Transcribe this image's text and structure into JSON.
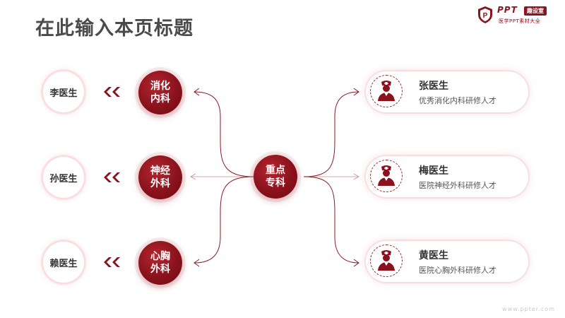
{
  "title": "在此输入本页标题",
  "logo": {
    "brand": "PPT",
    "tag": "趣设室",
    "sub": "医学PPT素材大全"
  },
  "center": {
    "line1": "重点",
    "line2": "专科"
  },
  "departments": [
    {
      "line1": "消化",
      "line2": "内科",
      "person": "李医生"
    },
    {
      "line1": "神经",
      "line2": "外科",
      "person": "孙医生"
    },
    {
      "line1": "心胸",
      "line2": "外科",
      "person": "赖医生"
    }
  ],
  "doctors": [
    {
      "name": "张医生",
      "desc": "优秀消化内科研修人才",
      "icon": "doctor-icon"
    },
    {
      "name": "梅医生",
      "desc": "医院神经外科研修人才",
      "icon": "doctor-icon"
    },
    {
      "name": "黄医生",
      "desc": "医院心胸外科研修人才",
      "icon": "doctor-icon"
    }
  ],
  "watermark": "www.ppter.com",
  "colors": {
    "accent": "#8a121c",
    "title": "#4a4a4a",
    "connector": "#8a1a24"
  }
}
